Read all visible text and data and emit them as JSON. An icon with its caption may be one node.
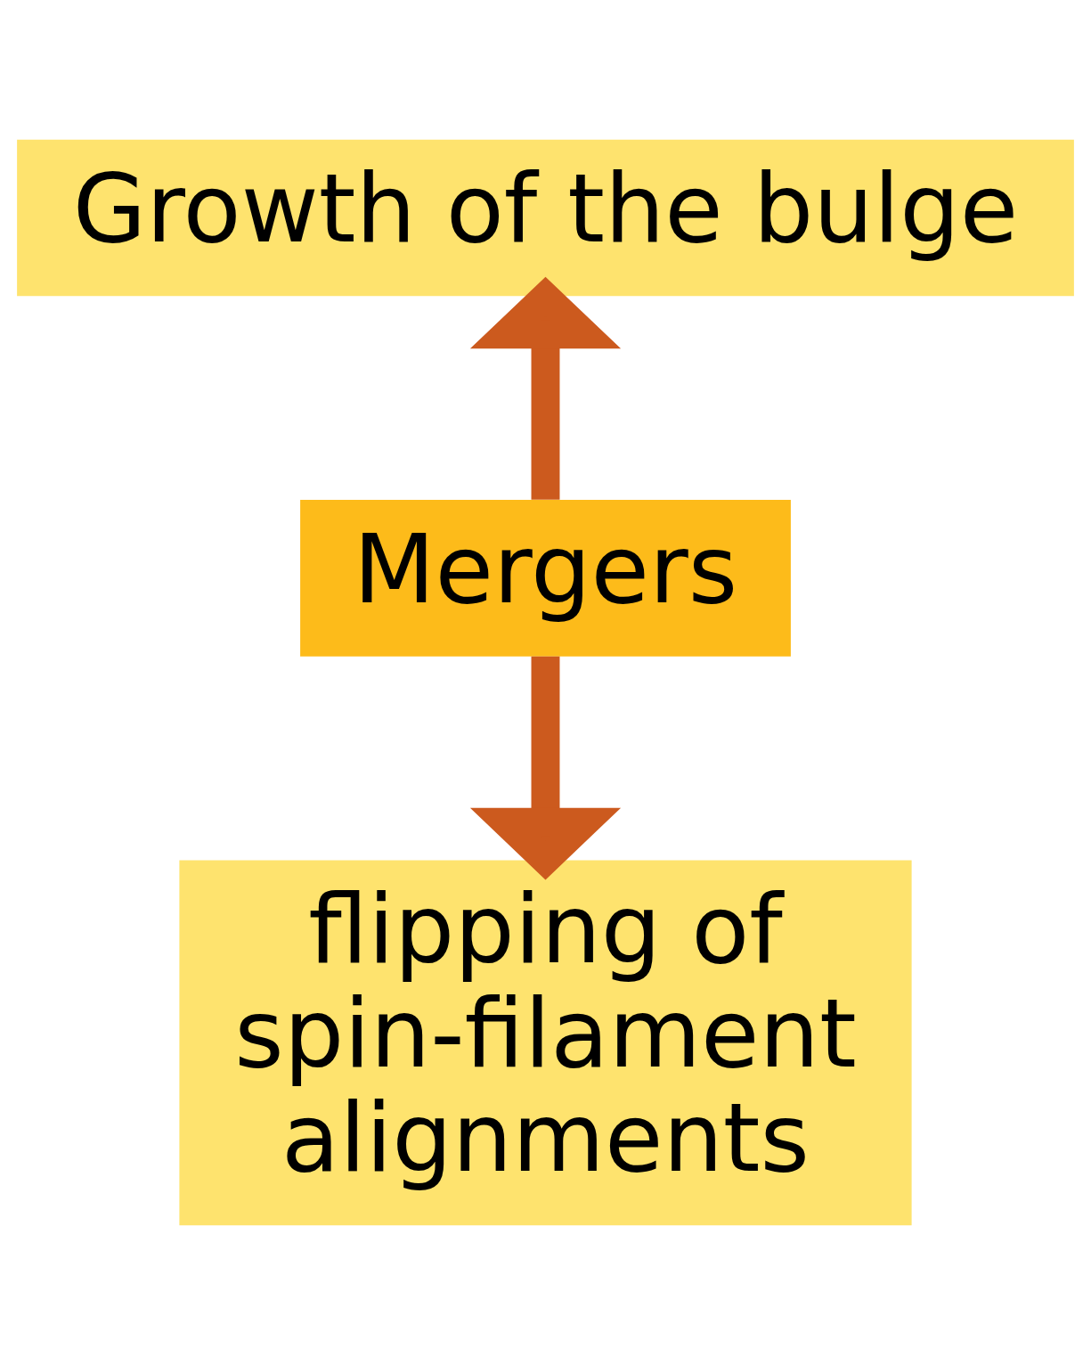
{
  "diagram": {
    "nodes": [
      {
        "text": [
          "Growth of the bulge"
        ]
      },
      {
        "text": [
          "Mergers"
        ]
      },
      {
        "text": [
          "flipping of spin-filament alignments"
        ]
      }
    ],
    "edges": [
      {
        "from": 1,
        "to": 0,
        "arrow": "to"
      },
      {
        "from": 1,
        "to": 2,
        "arrow": "to"
      }
    ]
  }
}
